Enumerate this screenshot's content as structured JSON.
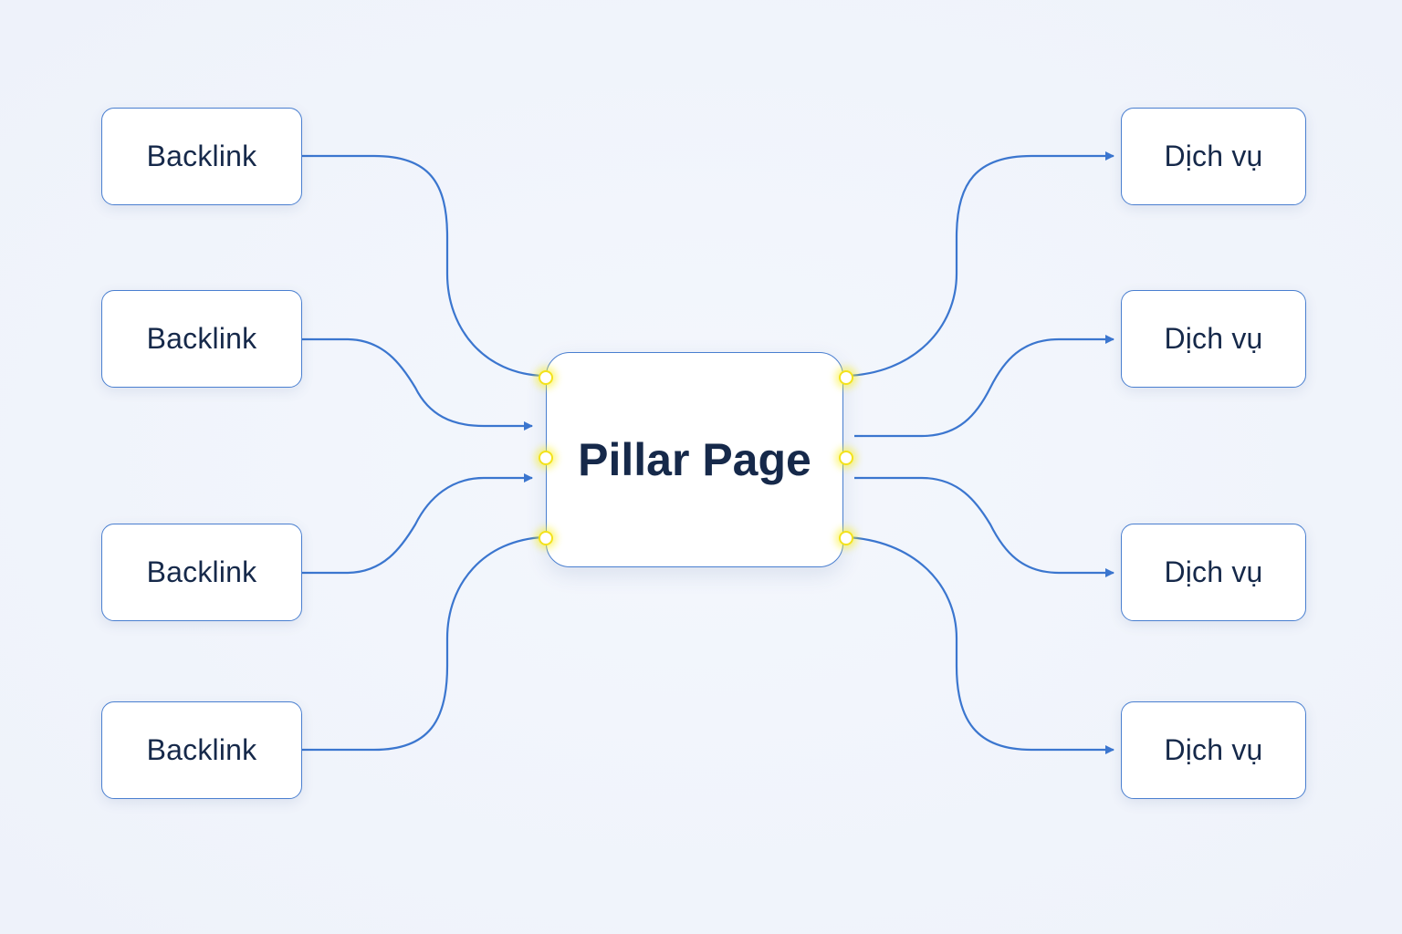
{
  "pillar": {
    "label": "Pillar Page"
  },
  "sources": [
    {
      "label": "Backlink"
    },
    {
      "label": "Backlink"
    },
    {
      "label": "Backlink"
    },
    {
      "label": "Backlink"
    }
  ],
  "targets": [
    {
      "label": "Dịch vụ"
    },
    {
      "label": "Dịch vụ"
    },
    {
      "label": "Dịch vụ"
    },
    {
      "label": "Dịch vụ"
    }
  ],
  "colors": {
    "background": "#f0f4fb",
    "line": "#3b76cf",
    "node_border": "#4a7fd0",
    "text": "#16294a",
    "port_glow": "#f3e21b"
  }
}
